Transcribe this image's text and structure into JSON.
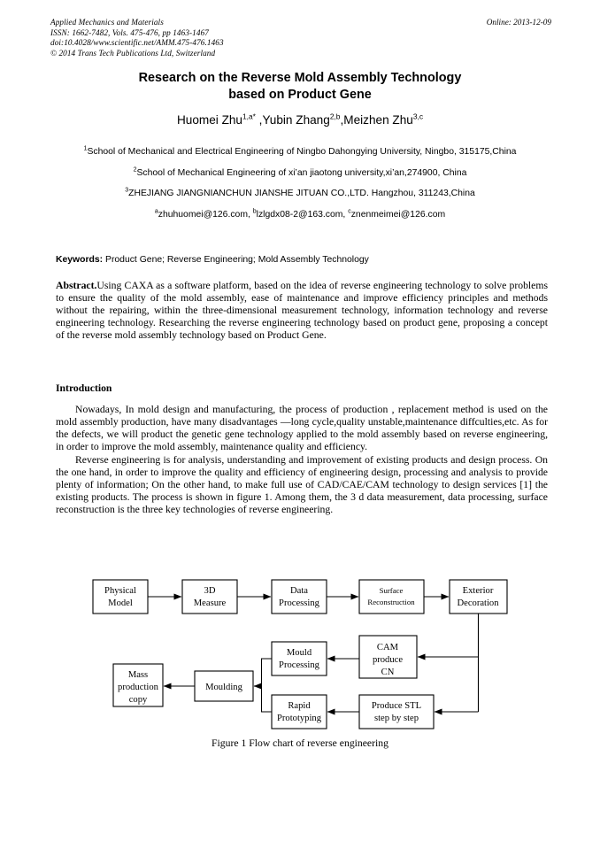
{
  "masthead": {
    "journal": "Applied Mechanics and Materials",
    "issn_line": "ISSN: 1662-7482, Vols. 475-476, pp 1463-1467",
    "doi_line": "doi:10.4028/www.scientific.net/AMM.475-476.1463",
    "copyright_line": "© 2014 Trans Tech Publications Ltd, Switzerland",
    "online_date": "Online: 2013-12-09"
  },
  "title": {
    "line1": "Research on the Reverse Mold Assembly Technology",
    "line2": "based on Product Gene"
  },
  "authors": {
    "a1_name": "Huomei Zhu",
    "a1_sup": "1,a*",
    "sep1": " ,",
    "a2_name": "Yubin Zhang",
    "a2_sup": "2,b",
    "sep2": ",",
    "a3_name": "Meizhen Zhu",
    "a3_sup": "3,c"
  },
  "affiliations": [
    {
      "sup": "1",
      "text": "School of Mechanical and Electrical Engineering of Ningbo Dahongying University, Ningbo, 315175,China"
    },
    {
      "sup": "2",
      "text": "School of Mechanical Engineering of xi’an jiaotong university,xi’an,274900, China"
    },
    {
      "sup": "3",
      "text": "ZHEJIANG JIANGNIANCHUN JIANSHE JITUAN CO.,LTD. Hangzhou, 311243,China"
    }
  ],
  "emails": {
    "sup_a": "a",
    "email_a": "zhuhuomei@126.com, ",
    "sup_b": "b",
    "email_b": "lzlgdx08-2@163.com, ",
    "sup_c": "c",
    "email_c": "znenmeimei@126.com"
  },
  "keywords": {
    "label": "Keywords:",
    "value": " Product Gene; Reverse Engineering; Mold Assembly Technology"
  },
  "abstract": {
    "label": "Abstract.",
    "text": "Using CAXA as a software platform, based on the idea of reverse engineering technology to solve problems to ensure the quality of the mold assembly, ease of maintenance and improve efficiency principles and methods without the repairing, within the three-dimensional measurement technology, information technology and reverse engineering technology. Researching the reverse engineering technology based on product gene, proposing a concept of the reverse mold assembly technology based on Product Gene."
  },
  "introduction": {
    "heading": "Introduction",
    "paragraph1": "Nowadays, In mold design and manufacturing, the process of production , replacement method is used on the mold assembly production, have many disadvantages —long cycle,quality unstable,maintenance diffculties,etc. As for the defects, we will product the genetic gene technology applied to the mold assembly based on reverse engineering, in order to improve the mold assembly, maintenance quality and efficiency.",
    "paragraph2": "Reverse engineering is for analysis, understanding and improvement of existing products and design process. On the one hand, in order to improve the quality and efficiency of engineering design, processing and analysis to provide plenty of information; On the other hand, to make full use of CAD/CAE/CAM technology to design services [1] the existing products. The process is shown in figure 1. Among them, the 3 d data measurement, data processing, surface reconstruction is the three key technologies of reverse engineering."
  },
  "figure": {
    "caption": "Figure 1 Flow chart of reverse engineering",
    "nodes": {
      "physical_model_l1": "Physical",
      "physical_model_l2": "Model",
      "measure_l1": "3D",
      "measure_l2": "Measure",
      "data_l1": "Data",
      "data_l2": "Processing",
      "surface_l1": "Surface",
      "surface_l2": "Reconstruction",
      "exterior_l1": "Exterior",
      "exterior_l2": "Decoration",
      "cam_l1": "CAM",
      "cam_l2": "produce",
      "cam_l3": "CN",
      "mould_proc_l1": "Mould",
      "mould_proc_l2": "Processing",
      "stl_l1": "Produce STL",
      "stl_l2": "step by step",
      "rapid_l1": "Rapid",
      "rapid_l2": "Prototyping",
      "moulding_l1": "Moulding",
      "mass_l1": "Mass",
      "mass_l2": "production",
      "mass_l3": "copy"
    }
  }
}
